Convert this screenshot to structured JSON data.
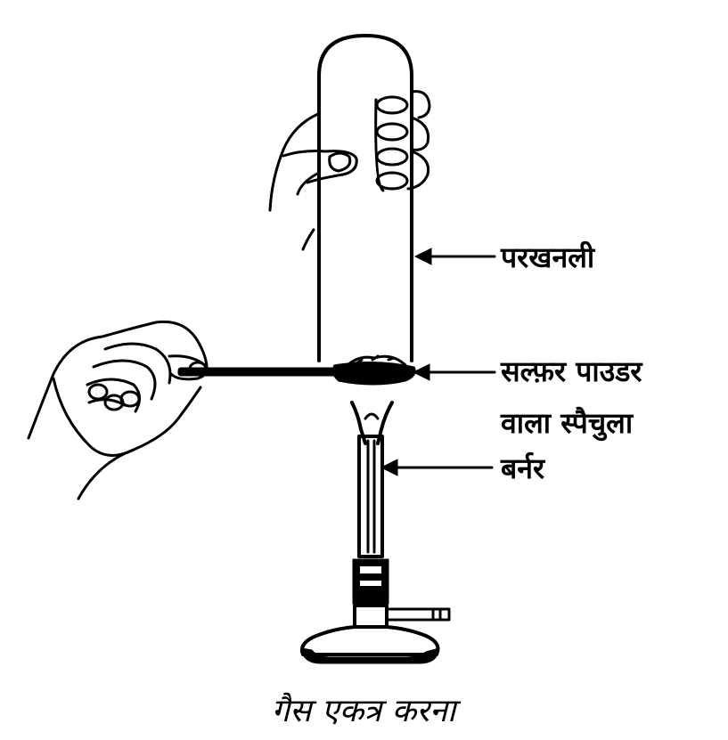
{
  "labels": {
    "test_tube": "परखनली",
    "spatula_line1": "सल्फ़र पाउडर",
    "spatula_line2": "वाला स्पैचुला",
    "burner": "बर्नर"
  },
  "caption": "गैस एकत्र करना",
  "colors": {
    "ink": "#000000",
    "background": "#ffffff"
  }
}
